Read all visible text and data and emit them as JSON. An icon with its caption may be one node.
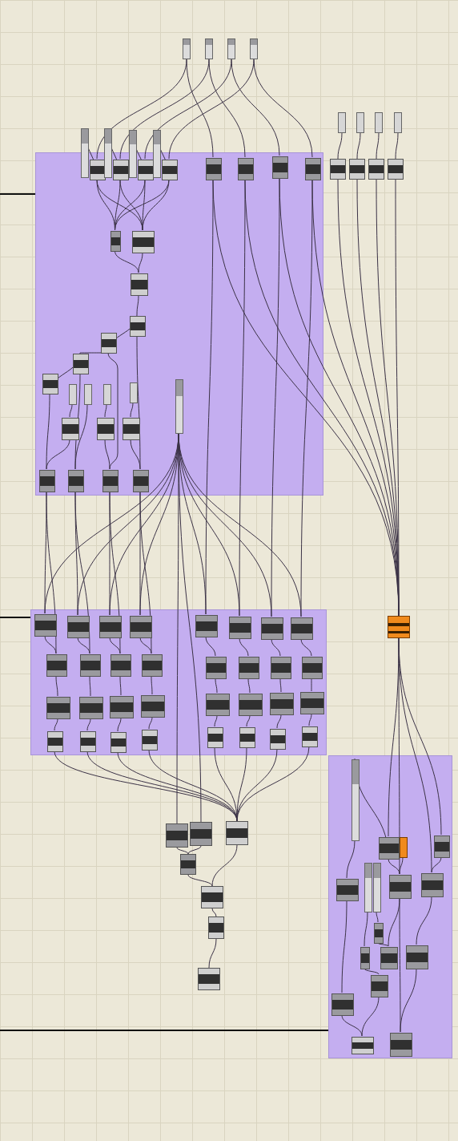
{
  "diagram": {
    "nodes": [
      {
        "text": [],
        "shape": "box"
      },
      {
        "text": [],
        "shape": "box"
      },
      {
        "text": [],
        "shape": "box"
      },
      {
        "text": [],
        "shape": "box"
      },
      {
        "text": [],
        "shape": "box"
      },
      {
        "text": [],
        "shape": "box"
      },
      {
        "text": [],
        "shape": "box"
      },
      {
        "text": [],
        "shape": "box"
      },
      {
        "text": [],
        "shape": "box"
      },
      {
        "text": [],
        "shape": "box"
      },
      {
        "text": [],
        "shape": "box"
      },
      {
        "text": [],
        "shape": "box"
      },
      {
        "text": [],
        "shape": "box"
      },
      {
        "text": [],
        "shape": "box"
      },
      {
        "text": [],
        "shape": "box",
        "in": 12
      },
      {
        "text": [],
        "shape": "box"
      },
      {
        "text": [],
        "shape": "box",
        "in": 12
      },
      {
        "text": [],
        "shape": "box"
      },
      {
        "text": [],
        "shape": "box",
        "in": 12
      },
      {
        "text": [],
        "shape": "box"
      },
      {
        "text": [],
        "shape": "box",
        "in": 12
      },
      {
        "text": [],
        "shape": "box",
        "in": 12
      },
      {
        "text": [],
        "shape": "box",
        "in": 12
      },
      {
        "text": [],
        "shape": "box",
        "in": 12
      },
      {
        "text": [],
        "shape": "box",
        "in": 12
      },
      {
        "text": [],
        "shape": "box",
        "in": 12
      },
      {
        "text": [],
        "shape": "box",
        "in": 12
      },
      {
        "text": [],
        "shape": "box",
        "in": 12
      },
      {
        "text": [],
        "shape": "box",
        "in": 12
      },
      {
        "text": [],
        "shape": "box",
        "in": 12
      },
      {
        "text": [],
        "shape": "box",
        "in": 12
      },
      {
        "text": [],
        "shape": "box",
        "in": 12
      },
      {
        "text": [],
        "shape": "box",
        "in": 12
      },
      {
        "text": [],
        "shape": "box",
        "in": 12
      },
      {
        "text": [],
        "shape": "box",
        "in": 12
      },
      {
        "text": [],
        "shape": "box",
        "in": 12
      },
      {
        "text": [],
        "shape": "box",
        "in": 12
      },
      {
        "text": [],
        "shape": "box",
        "in": 12
      },
      {
        "text": [],
        "shape": "box",
        "in": 12
      },
      {
        "text": [],
        "shape": "box",
        "in": 12
      },
      {
        "text": [],
        "shape": "box",
        "in": 12
      },
      {
        "text": [],
        "shape": "box",
        "in": 12
      },
      {
        "text": [],
        "shape": "box",
        "in": 12
      },
      {
        "text": [],
        "shape": "box",
        "in": 12
      },
      {
        "text": [],
        "shape": "box"
      },
      {
        "text": [],
        "shape": "box"
      },
      {
        "text": [],
        "shape": "box",
        "in": 45
      },
      {
        "text": [],
        "shape": "box",
        "in": 45
      },
      {
        "text": [],
        "shape": "box",
        "in": 45
      },
      {
        "text": [],
        "shape": "box",
        "in": 45
      },
      {
        "text": [],
        "shape": "box",
        "in": 45
      },
      {
        "text": [],
        "shape": "box",
        "in": 45
      },
      {
        "text": [],
        "shape": "box",
        "in": 45
      },
      {
        "text": [],
        "shape": "box",
        "in": 45
      },
      {
        "text": [],
        "shape": "box",
        "in": 45
      },
      {
        "text": [],
        "shape": "box",
        "in": 45
      },
      {
        "text": [],
        "shape": "box",
        "in": 45
      },
      {
        "text": [],
        "shape": "box",
        "in": 45
      },
      {
        "text": [],
        "shape": "box",
        "in": 45
      },
      {
        "text": [],
        "shape": "box",
        "in": 45
      },
      {
        "text": [],
        "shape": "box",
        "in": 45
      },
      {
        "text": [],
        "shape": "box",
        "in": 45
      },
      {
        "text": [],
        "shape": "box",
        "in": 45
      },
      {
        "text": [],
        "shape": "box",
        "in": 45
      },
      {
        "text": [],
        "shape": "box",
        "in": 45
      },
      {
        "text": [],
        "shape": "box",
        "in": 45
      },
      {
        "text": [],
        "shape": "box",
        "in": 45
      },
      {
        "text": [],
        "shape": "box",
        "in": 45
      },
      {
        "text": [],
        "shape": "box",
        "in": 45
      },
      {
        "text": [],
        "shape": "box",
        "in": 45
      },
      {
        "text": [],
        "shape": "box",
        "in": 45
      },
      {
        "text": [],
        "shape": "box",
        "in": 45
      },
      {
        "text": [],
        "shape": "box",
        "in": 45
      },
      {
        "text": [],
        "shape": "box",
        "in": 45
      },
      {
        "text": [],
        "shape": "box",
        "in": 45
      },
      {
        "text": [],
        "shape": "box",
        "in": 45
      },
      {
        "text": [],
        "shape": "box",
        "in": 45
      },
      {
        "text": [],
        "shape": "box",
        "in": 45
      },
      {
        "text": [],
        "shape": "box"
      },
      {
        "text": [],
        "shape": "box"
      },
      {
        "text": [],
        "shape": "box"
      },
      {
        "text": [],
        "shape": "box"
      },
      {
        "text": [],
        "shape": "box"
      },
      {
        "text": [],
        "shape": "box"
      },
      {
        "text": [],
        "shape": "box"
      },
      {
        "text": [],
        "shape": "box"
      },
      {
        "text": [],
        "shape": "box",
        "in": 85
      },
      {
        "text": [],
        "shape": "box",
        "in": 85
      },
      {
        "text": [],
        "shape": "box",
        "in": 85
      },
      {
        "text": [],
        "shape": "box",
        "in": 85
      },
      {
        "text": [],
        "shape": "box",
        "in": 85
      },
      {
        "text": [],
        "shape": "box",
        "in": 85
      },
      {
        "text": [],
        "shape": "box",
        "in": 85
      },
      {
        "text": [],
        "shape": "box",
        "in": 85
      },
      {
        "text": [],
        "shape": "box",
        "in": 85
      },
      {
        "text": [],
        "shape": "box",
        "in": 85
      },
      {
        "text": [],
        "shape": "box",
        "in": 85
      },
      {
        "text": [],
        "shape": "box",
        "in": 85
      },
      {
        "text": [],
        "shape": "box",
        "in": 85
      },
      {
        "text": [],
        "shape": "box",
        "in": 85
      },
      {
        "text": [],
        "shape": "box",
        "in": 85
      },
      {
        "text": [],
        "shape": "box",
        "in": 85
      },
      {
        "text": [],
        "shape": "box",
        "in": 85
      }
    ],
    "edges": [
      {
        "from": null,
        "to": 12,
        "arrow": "none"
      },
      {
        "from": null,
        "to": 45,
        "arrow": "none"
      },
      {
        "from": null,
        "to": 85,
        "arrow": "none"
      },
      {
        "from": 0,
        "to": 14,
        "arrow": "none"
      },
      {
        "from": 0,
        "to": 21,
        "arrow": "none"
      },
      {
        "from": 1,
        "to": 16,
        "arrow": "none"
      },
      {
        "from": 1,
        "to": 22,
        "arrow": "none"
      },
      {
        "from": 2,
        "to": 18,
        "arrow": "none"
      },
      {
        "from": 2,
        "to": 23,
        "arrow": "none"
      },
      {
        "from": 3,
        "to": 20,
        "arrow": "none"
      },
      {
        "from": 3,
        "to": 24,
        "arrow": "none"
      },
      {
        "from": 4,
        "to": 8,
        "arrow": "none"
      },
      {
        "from": 5,
        "to": 9,
        "arrow": "none"
      },
      {
        "from": 6,
        "to": 10,
        "arrow": "none"
      },
      {
        "from": 7,
        "to": 11,
        "arrow": "none"
      },
      {
        "from": 8,
        "to": 44,
        "arrow": "none"
      },
      {
        "from": 9,
        "to": 44,
        "arrow": "none"
      },
      {
        "from": 10,
        "to": 44,
        "arrow": "none"
      },
      {
        "from": 11,
        "to": 44,
        "arrow": "none"
      },
      {
        "from": 21,
        "to": 44,
        "arrow": "none"
      },
      {
        "from": 22,
        "to": 44,
        "arrow": "none"
      },
      {
        "from": 23,
        "to": 44,
        "arrow": "none"
      },
      {
        "from": 24,
        "to": 44,
        "arrow": "none"
      },
      {
        "from": 21,
        "to": 50,
        "arrow": "none"
      },
      {
        "from": 22,
        "to": 51,
        "arrow": "none"
      },
      {
        "from": 23,
        "to": 52,
        "arrow": "none"
      },
      {
        "from": 24,
        "to": 53,
        "arrow": "none"
      },
      {
        "from": 13,
        "to": 14,
        "arrow": "none"
      },
      {
        "from": 15,
        "to": 16,
        "arrow": "none"
      },
      {
        "from": 17,
        "to": 18,
        "arrow": "none"
      },
      {
        "from": 19,
        "to": 20,
        "arrow": "none"
      },
      {
        "from": 14,
        "to": 25,
        "arrow": "none"
      },
      {
        "from": 16,
        "to": 25,
        "arrow": "none"
      },
      {
        "from": 18,
        "to": 25,
        "arrow": "none"
      },
      {
        "from": 20,
        "to": 25,
        "arrow": "none"
      },
      {
        "from": 14,
        "to": 26,
        "arrow": "none"
      },
      {
        "from": 16,
        "to": 26,
        "arrow": "none"
      },
      {
        "from": 18,
        "to": 26,
        "arrow": "none"
      },
      {
        "from": 20,
        "to": 26,
        "arrow": "none"
      },
      {
        "from": 25,
        "to": 27,
        "arrow": "none"
      },
      {
        "from": 26,
        "to": 27,
        "arrow": "none"
      },
      {
        "from": 27,
        "to": 28,
        "arrow": "none"
      },
      {
        "from": 28,
        "to": 29,
        "arrow": "none"
      },
      {
        "from": 29,
        "to": 30,
        "arrow": "none"
      },
      {
        "from": 30,
        "to": 31,
        "arrow": "none"
      },
      {
        "from": 28,
        "to": 43,
        "arrow": "none"
      },
      {
        "from": 29,
        "to": 42,
        "arrow": "none"
      },
      {
        "from": 30,
        "to": 41,
        "arrow": "none"
      },
      {
        "from": 32,
        "to": 36,
        "arrow": "none"
      },
      {
        "from": 33,
        "to": 41,
        "arrow": "none"
      },
      {
        "from": 34,
        "to": 37,
        "arrow": "none"
      },
      {
        "from": 35,
        "to": 38,
        "arrow": "none"
      },
      {
        "from": 31,
        "to": 40,
        "arrow": "none"
      },
      {
        "from": 36,
        "to": 40,
        "arrow": "none"
      },
      {
        "from": 37,
        "to": 42,
        "arrow": "none"
      },
      {
        "from": 38,
        "to": 43,
        "arrow": "none"
      },
      {
        "from": 39,
        "to": 46,
        "arrow": "none"
      },
      {
        "from": 39,
        "to": 47,
        "arrow": "none"
      },
      {
        "from": 39,
        "to": 48,
        "arrow": "none"
      },
      {
        "from": 39,
        "to": 49,
        "arrow": "none"
      },
      {
        "from": 39,
        "to": 50,
        "arrow": "none"
      },
      {
        "from": 39,
        "to": 51,
        "arrow": "none"
      },
      {
        "from": 39,
        "to": 52,
        "arrow": "none"
      },
      {
        "from": 39,
        "to": 53,
        "arrow": "none"
      },
      {
        "from": 39,
        "to": 78,
        "arrow": "none"
      },
      {
        "from": 39,
        "to": 79,
        "arrow": "none"
      },
      {
        "from": 40,
        "to": 46,
        "arrow": "none"
      },
      {
        "from": 40,
        "to": 54,
        "arrow": "none"
      },
      {
        "from": 41,
        "to": 47,
        "arrow": "none"
      },
      {
        "from": 41,
        "to": 55,
        "arrow": "none"
      },
      {
        "from": 42,
        "to": 48,
        "arrow": "none"
      },
      {
        "from": 42,
        "to": 56,
        "arrow": "none"
      },
      {
        "from": 43,
        "to": 49,
        "arrow": "none"
      },
      {
        "from": 43,
        "to": 57,
        "arrow": "none"
      },
      {
        "from": 46,
        "to": 54,
        "arrow": "none"
      },
      {
        "from": 47,
        "to": 55,
        "arrow": "none"
      },
      {
        "from": 48,
        "to": 56,
        "arrow": "none"
      },
      {
        "from": 49,
        "to": 57,
        "arrow": "none"
      },
      {
        "from": 50,
        "to": 58,
        "arrow": "none"
      },
      {
        "from": 51,
        "to": 59,
        "arrow": "none"
      },
      {
        "from": 52,
        "to": 60,
        "arrow": "none"
      },
      {
        "from": 53,
        "to": 61,
        "arrow": "none"
      },
      {
        "from": 54,
        "to": 62,
        "arrow": "none"
      },
      {
        "from": 55,
        "to": 63,
        "arrow": "none"
      },
      {
        "from": 56,
        "to": 64,
        "arrow": "none"
      },
      {
        "from": 57,
        "to": 65,
        "arrow": "none"
      },
      {
        "from": 58,
        "to": 66,
        "arrow": "none"
      },
      {
        "from": 59,
        "to": 67,
        "arrow": "none"
      },
      {
        "from": 60,
        "to": 68,
        "arrow": "none"
      },
      {
        "from": 61,
        "to": 69,
        "arrow": "none"
      },
      {
        "from": 62,
        "to": 70,
        "arrow": "none"
      },
      {
        "from": 63,
        "to": 71,
        "arrow": "none"
      },
      {
        "from": 64,
        "to": 72,
        "arrow": "none"
      },
      {
        "from": 65,
        "to": 73,
        "arrow": "none"
      },
      {
        "from": 66,
        "to": 74,
        "arrow": "none"
      },
      {
        "from": 67,
        "to": 75,
        "arrow": "none"
      },
      {
        "from": 68,
        "to": 76,
        "arrow": "none"
      },
      {
        "from": 69,
        "to": 77,
        "arrow": "none"
      },
      {
        "from": 70,
        "to": 80,
        "arrow": "none"
      },
      {
        "from": 71,
        "to": 80,
        "arrow": "none"
      },
      {
        "from": 72,
        "to": 80,
        "arrow": "none"
      },
      {
        "from": 73,
        "to": 80,
        "arrow": "none"
      },
      {
        "from": 74,
        "to": 80,
        "arrow": "none"
      },
      {
        "from": 75,
        "to": 80,
        "arrow": "none"
      },
      {
        "from": 76,
        "to": 80,
        "arrow": "none"
      },
      {
        "from": 77,
        "to": 80,
        "arrow": "none"
      },
      {
        "from": 78,
        "to": 81,
        "arrow": "none"
      },
      {
        "from": 79,
        "to": 81,
        "arrow": "none"
      },
      {
        "from": 81,
        "to": 82,
        "arrow": "none"
      },
      {
        "from": 80,
        "to": 82,
        "arrow": "none"
      },
      {
        "from": 82,
        "to": 83,
        "arrow": "none"
      },
      {
        "from": 83,
        "to": 84,
        "arrow": "none"
      },
      {
        "from": 44,
        "to": 87,
        "arrow": "none"
      },
      {
        "from": 44,
        "to": 89,
        "arrow": "none"
      },
      {
        "from": 44,
        "to": 93,
        "arrow": "none"
      },
      {
        "from": 44,
        "to": 94,
        "arrow": "none"
      },
      {
        "from": 86,
        "to": 87,
        "arrow": "none"
      },
      {
        "from": 86,
        "to": 90,
        "arrow": "none"
      },
      {
        "from": 87,
        "to": 93,
        "arrow": "none"
      },
      {
        "from": 88,
        "to": 93,
        "arrow": "none"
      },
      {
        "from": 89,
        "to": 94,
        "arrow": "none"
      },
      {
        "from": 90,
        "to": 100,
        "arrow": "none"
      },
      {
        "from": 91,
        "to": 96,
        "arrow": "none"
      },
      {
        "from": 92,
        "to": 95,
        "arrow": "none"
      },
      {
        "from": 95,
        "to": 97,
        "arrow": "none"
      },
      {
        "from": 93,
        "to": 97,
        "arrow": "none"
      },
      {
        "from": 94,
        "to": 98,
        "arrow": "none"
      },
      {
        "from": 96,
        "to": 99,
        "arrow": "none"
      },
      {
        "from": 99,
        "to": 101,
        "arrow": "none"
      },
      {
        "from": 100,
        "to": 101,
        "arrow": "none"
      },
      {
        "from": 93,
        "to": 102,
        "arrow": "none"
      },
      {
        "from": 98,
        "to": 102,
        "arrow": "none"
      }
    ]
  }
}
